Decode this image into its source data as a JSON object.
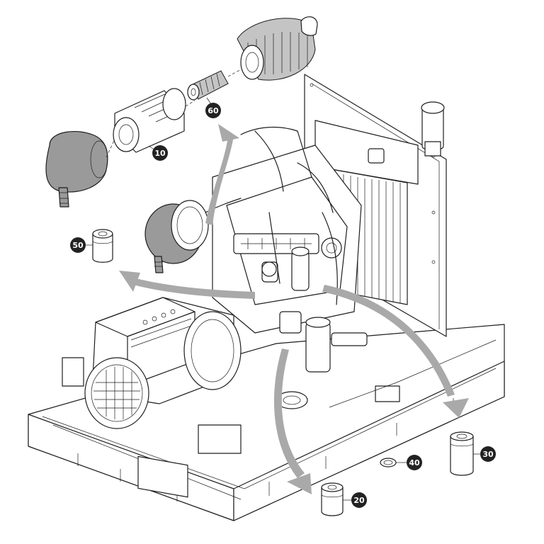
{
  "colors": {
    "line": "#1e1e1e",
    "filter_gray": "#9a9a9a",
    "arrow_gray": "#a9a9a9",
    "callout_fill": "#222222",
    "callout_text": "#ffffff"
  },
  "callouts": [
    {
      "id": "10",
      "label": "10"
    },
    {
      "id": "20",
      "label": "20"
    },
    {
      "id": "30",
      "label": "30"
    },
    {
      "id": "40",
      "label": "40"
    },
    {
      "id": "50",
      "label": "50"
    },
    {
      "id": "60",
      "label": "60"
    }
  ]
}
